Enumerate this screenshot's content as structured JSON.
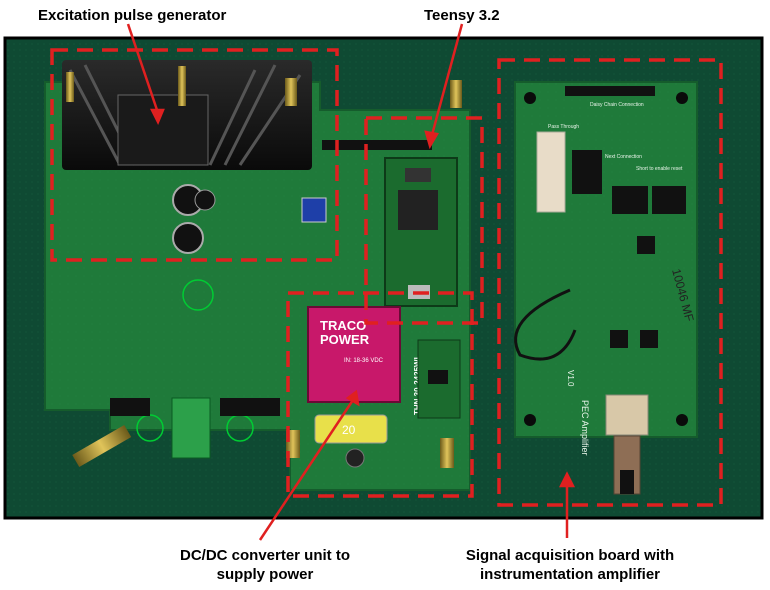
{
  "annotations": {
    "excitation": "Excitation pulse generator",
    "teensy": "Teensy 3.2",
    "dcdc_line1": "DC/DC converter unit to",
    "dcdc_line2": "supply power",
    "signal_line1": "Signal acquisition board with",
    "signal_line2": "instrumentation amplifier"
  },
  "component_text": {
    "traco_brand_1": "TRACO",
    "traco_brand_2": "POWER",
    "traco_model": "THN 30-2425WI",
    "traco_vin": "IN: 18-36 VDC",
    "fuse_value": "20",
    "amp_board_title": "PEC Amplifier",
    "amp_board_version": "V1.0",
    "amp_board_header": "Daisy Chain Connection",
    "amp_board_passthrough": "Pass Through",
    "amp_board_next": "Next Connection",
    "amp_board_short": "Short to enable reset",
    "handwriting": "10046 MF"
  },
  "colors": {
    "annotation_red": "#e02020",
    "pcb_green": "#1f7a3a",
    "base_plate": "#0f4a33",
    "background": "#ffffff"
  }
}
